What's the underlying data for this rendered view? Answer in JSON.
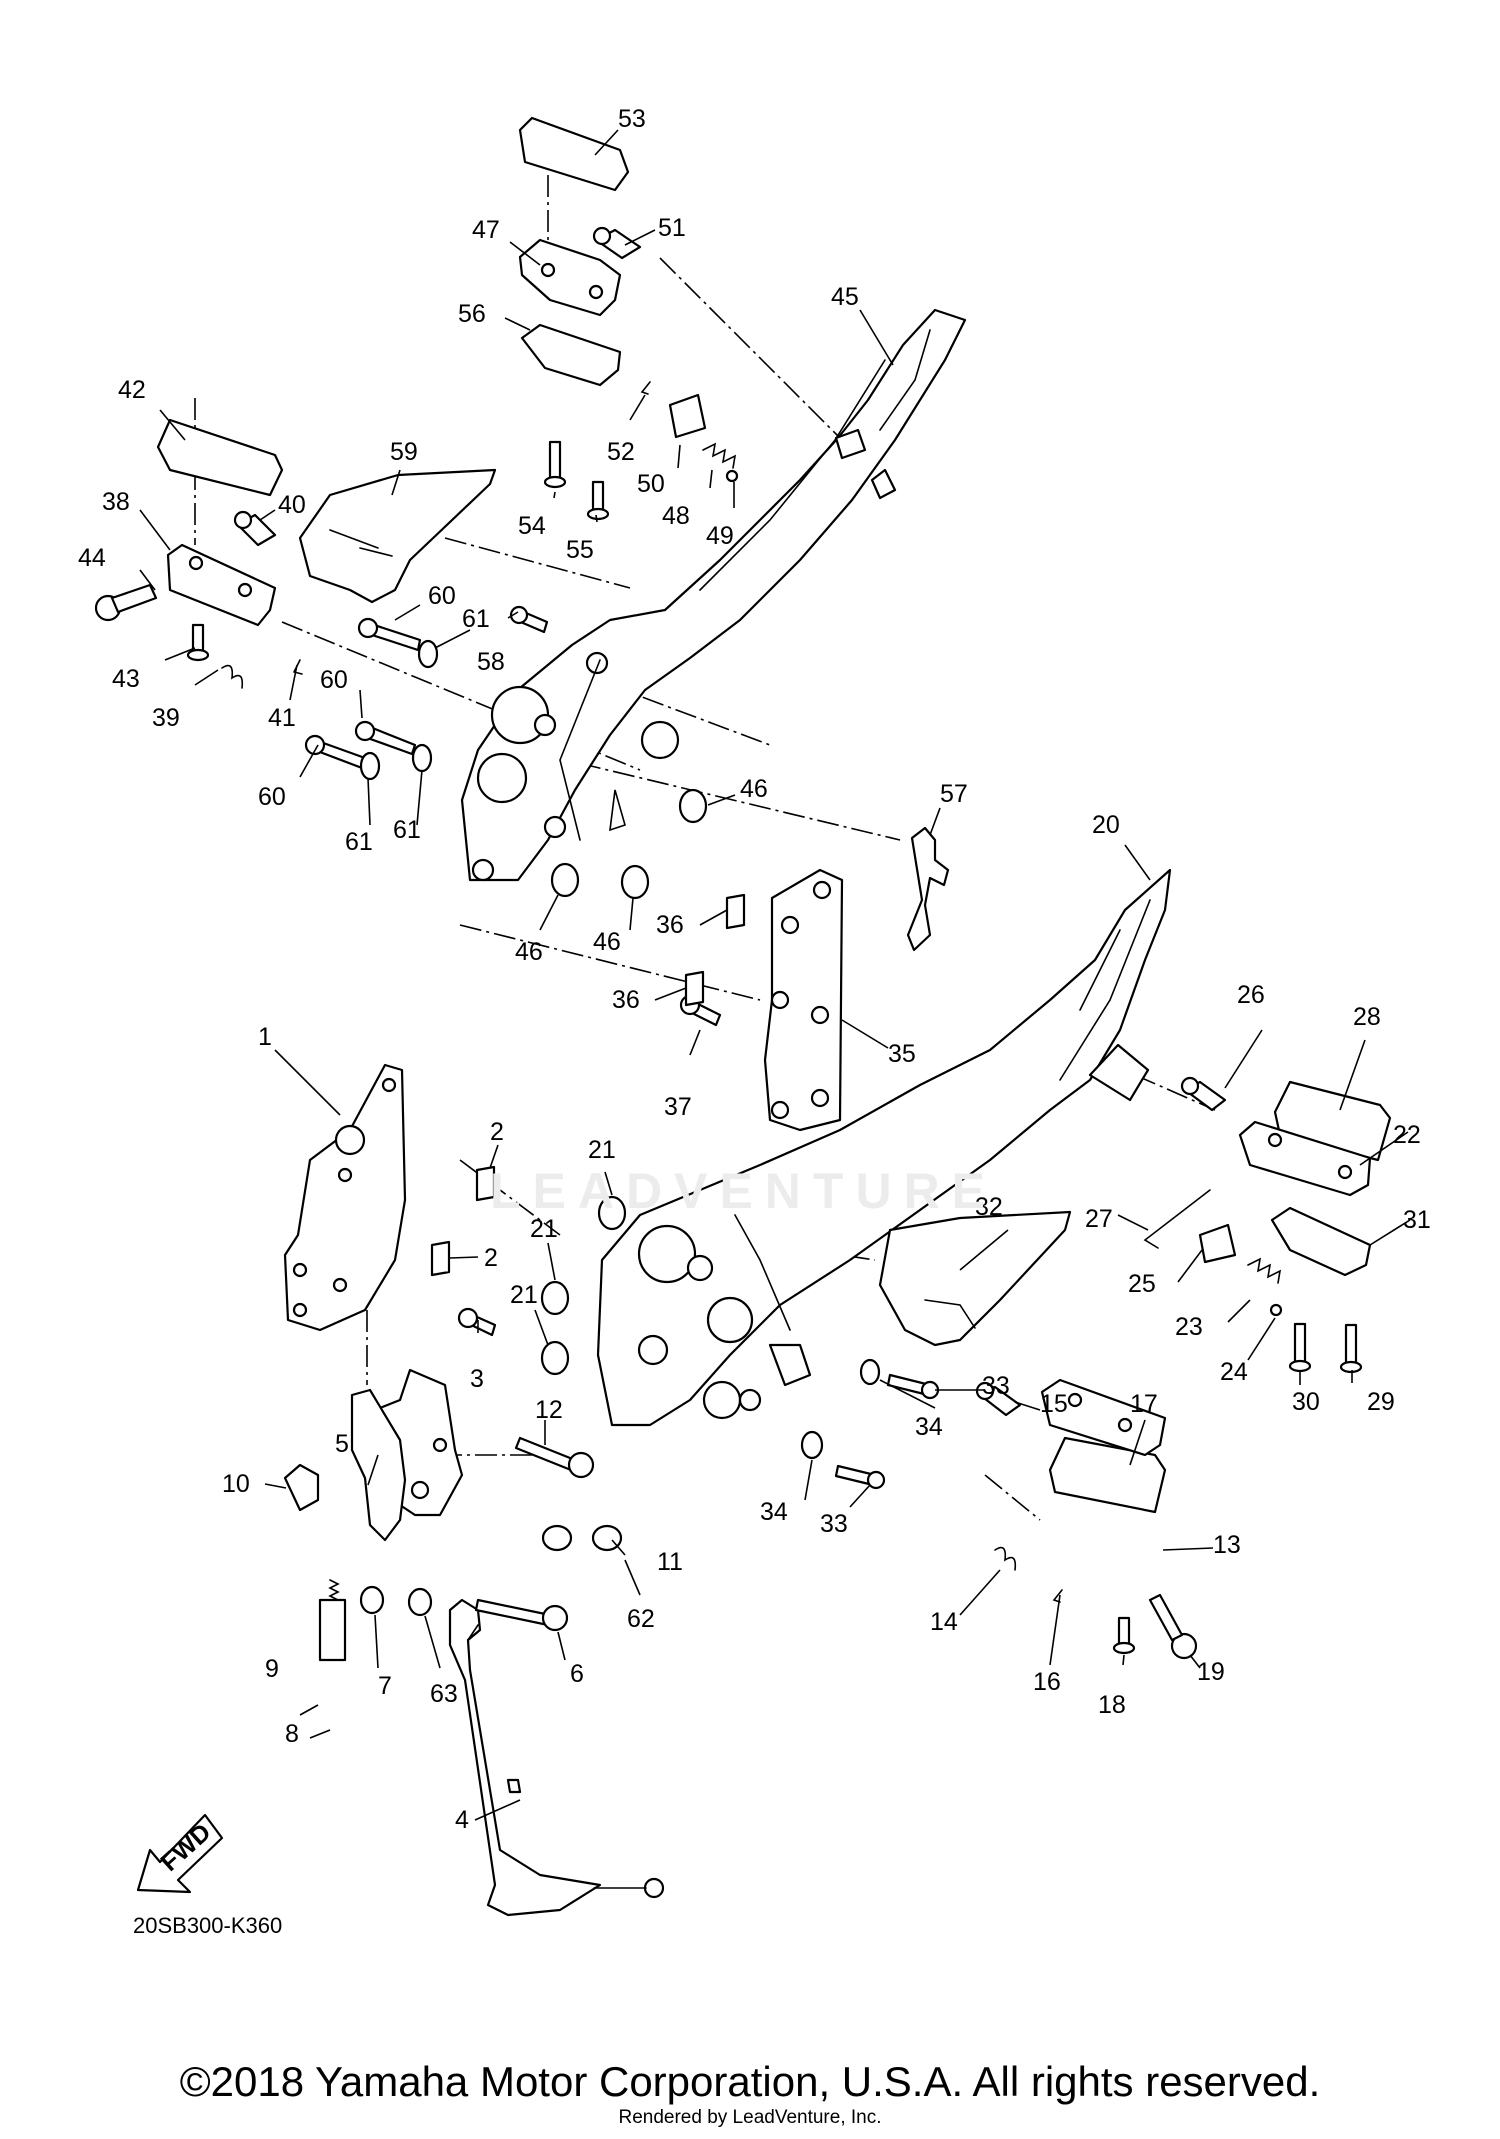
{
  "watermark": "LEADVENTURE",
  "fwd_label": "FWD",
  "diagram_code": "20SB300-K360",
  "copyright": "©2018 Yamaha Motor Corporation, U.S.A. All rights reserved.",
  "rendered_by": "Rendered by LeadVenture, Inc.",
  "callouts": {
    "c1": "1",
    "c2a": "2",
    "c2b": "2",
    "c3": "3",
    "c4": "4",
    "c5": "5",
    "c6": "6",
    "c7": "7",
    "c8": "8",
    "c9": "9",
    "c10": "10",
    "c11": "11",
    "c12": "12",
    "c13": "13",
    "c14": "14",
    "c15": "15",
    "c16": "16",
    "c17": "17",
    "c18": "18",
    "c19": "19",
    "c20": "20",
    "c21a": "21",
    "c21b": "21",
    "c21c": "21",
    "c22": "22",
    "c23": "23",
    "c24": "24",
    "c25": "25",
    "c26": "26",
    "c27": "27",
    "c28": "28",
    "c29": "29",
    "c30": "30",
    "c31": "31",
    "c32": "32",
    "c33a": "33",
    "c33b": "33",
    "c34a": "34",
    "c34b": "34",
    "c35": "35",
    "c36a": "36",
    "c36b": "36",
    "c37": "37",
    "c38": "38",
    "c39": "39",
    "c40": "40",
    "c41": "41",
    "c42": "42",
    "c43": "43",
    "c44": "44",
    "c45": "45",
    "c46a": "46",
    "c46b": "46",
    "c46c": "46",
    "c47": "47",
    "c48": "48",
    "c49": "49",
    "c50": "50",
    "c51": "51",
    "c52": "52",
    "c53": "53",
    "c54": "54",
    "c55": "55",
    "c56": "56",
    "c57": "57",
    "c58": "58",
    "c59": "59",
    "c60a": "60",
    "c60b": "60",
    "c60c": "60",
    "c61a": "61",
    "c61b": "61",
    "c61c": "61",
    "c62": "62",
    "c63": "63"
  }
}
